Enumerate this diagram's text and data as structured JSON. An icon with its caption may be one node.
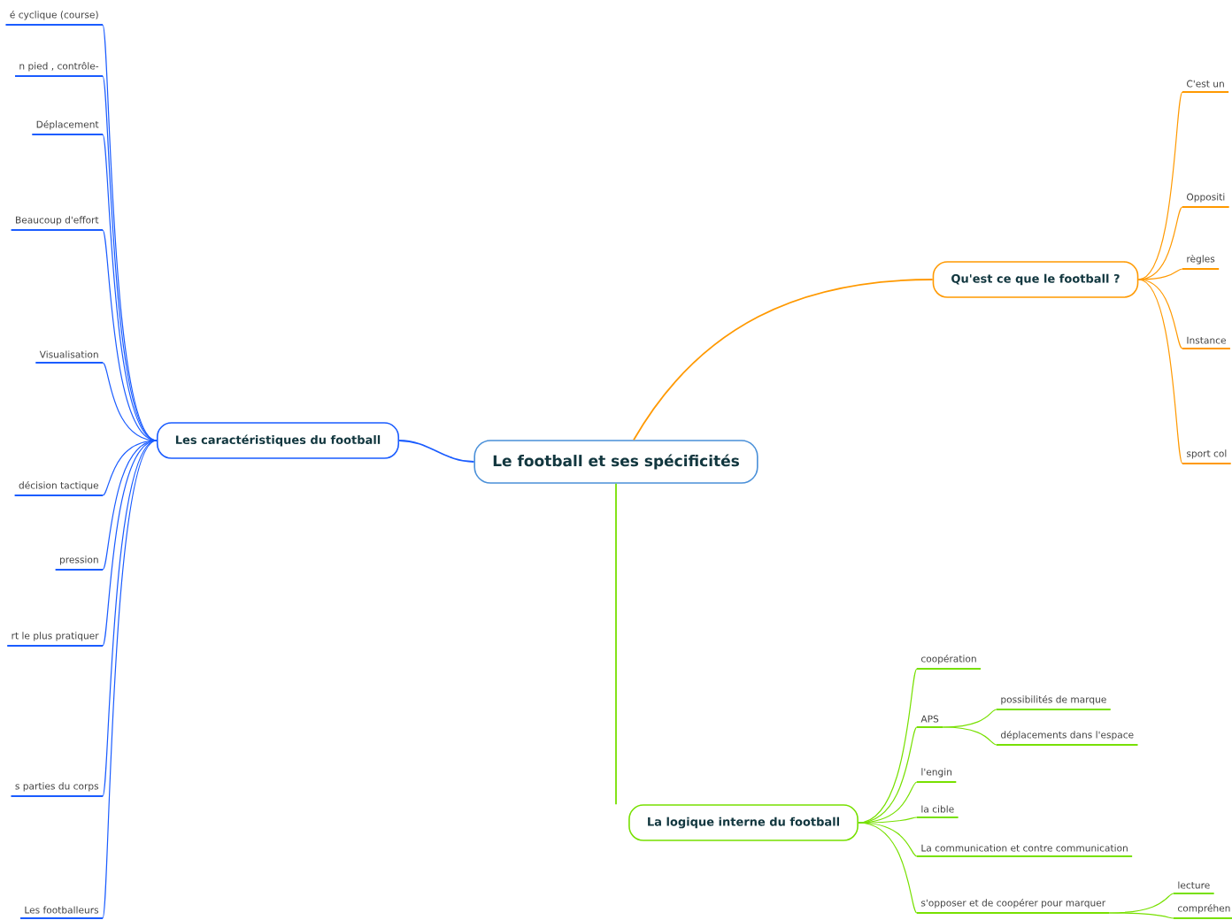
{
  "diagram": {
    "nodes": [
      {
        "text": [
          "Le football et ses spécificités"
        ]
      },
      {
        "text": [
          "Qu'est ce que le football ?"
        ]
      },
      {
        "text": [
          "C'est un"
        ]
      },
      {
        "text": [
          "Oppositi"
        ]
      },
      {
        "text": [
          "règles"
        ]
      },
      {
        "text": [
          "Instance"
        ]
      },
      {
        "text": [
          "sport col"
        ]
      },
      {
        "text": [
          "Les caractéristiques du football"
        ]
      },
      {
        "text": [
          "é cyclique (course)"
        ]
      },
      {
        "text": [
          "n pied , contrôle-"
        ]
      },
      {
        "text": [
          "Déplacement"
        ]
      },
      {
        "text": [
          "Beaucoup d'effort"
        ]
      },
      {
        "text": [
          "Visualisation"
        ]
      },
      {
        "text": [
          "décision tactique"
        ]
      },
      {
        "text": [
          "pression"
        ]
      },
      {
        "text": [
          "rt le plus pratiquer"
        ]
      },
      {
        "text": [
          "s parties du corps"
        ]
      },
      {
        "text": [
          "Les footballeurs"
        ]
      },
      {
        "text": [
          "La logique interne du football"
        ]
      },
      {
        "text": [
          "coopération"
        ]
      },
      {
        "text": [
          "APS"
        ]
      },
      {
        "text": [
          "possibilités de marque"
        ]
      },
      {
        "text": [
          "déplacements dans l'espace"
        ]
      },
      {
        "text": [
          "l'engin"
        ]
      },
      {
        "text": [
          "la cible"
        ]
      },
      {
        "text": [
          "La communication et contre communication"
        ]
      },
      {
        "text": [
          "s'opposer et de coopérer pour marquer"
        ]
      },
      {
        "text": [
          "lecture"
        ]
      },
      {
        "text": [
          "compréhen"
        ]
      }
    ],
    "edges": [
      {
        "from": 0,
        "to": 1,
        "arrow": "none",
        "color": "#ff9900"
      },
      {
        "from": 1,
        "to": 2,
        "arrow": "none",
        "color": "#ff9900"
      },
      {
        "from": 1,
        "to": 3,
        "arrow": "none",
        "color": "#ff9900"
      },
      {
        "from": 1,
        "to": 4,
        "arrow": "none",
        "color": "#ff9900"
      },
      {
        "from": 1,
        "to": 5,
        "arrow": "none",
        "color": "#ff9900"
      },
      {
        "from": 1,
        "to": 6,
        "arrow": "none",
        "color": "#ff9900"
      },
      {
        "from": 0,
        "to": 7,
        "arrow": "none",
        "color": "#1a5cff"
      },
      {
        "from": 7,
        "to": 8,
        "arrow": "none",
        "color": "#1a5cff"
      },
      {
        "from": 7,
        "to": 9,
        "arrow": "none",
        "color": "#1a5cff"
      },
      {
        "from": 7,
        "to": 10,
        "arrow": "none",
        "color": "#1a5cff"
      },
      {
        "from": 7,
        "to": 11,
        "arrow": "none",
        "color": "#1a5cff"
      },
      {
        "from": 7,
        "to": 12,
        "arrow": "none",
        "color": "#1a5cff"
      },
      {
        "from": 7,
        "to": 13,
        "arrow": "none",
        "color": "#1a5cff"
      },
      {
        "from": 7,
        "to": 14,
        "arrow": "none",
        "color": "#1a5cff"
      },
      {
        "from": 7,
        "to": 15,
        "arrow": "none",
        "color": "#1a5cff"
      },
      {
        "from": 7,
        "to": 16,
        "arrow": "none",
        "color": "#1a5cff"
      },
      {
        "from": 7,
        "to": 17,
        "arrow": "none",
        "color": "#1a5cff"
      },
      {
        "from": 0,
        "to": 18,
        "arrow": "none",
        "color": "#77e000"
      },
      {
        "from": 18,
        "to": 19,
        "arrow": "none",
        "color": "#77e000"
      },
      {
        "from": 18,
        "to": 20,
        "arrow": "none",
        "color": "#77e000"
      },
      {
        "from": 20,
        "to": 21,
        "arrow": "none",
        "color": "#77e000"
      },
      {
        "from": 20,
        "to": 22,
        "arrow": "none",
        "color": "#77e000"
      },
      {
        "from": 18,
        "to": 23,
        "arrow": "none",
        "color": "#77e000"
      },
      {
        "from": 18,
        "to": 24,
        "arrow": "none",
        "color": "#77e000"
      },
      {
        "from": 18,
        "to": 25,
        "arrow": "none",
        "color": "#77e000"
      },
      {
        "from": 18,
        "to": 26,
        "arrow": "none",
        "color": "#77e000"
      },
      {
        "from": 26,
        "to": 27,
        "arrow": "none",
        "color": "#77e000"
      },
      {
        "from": 26,
        "to": 28,
        "arrow": "none",
        "color": "#77e000"
      }
    ]
  }
}
